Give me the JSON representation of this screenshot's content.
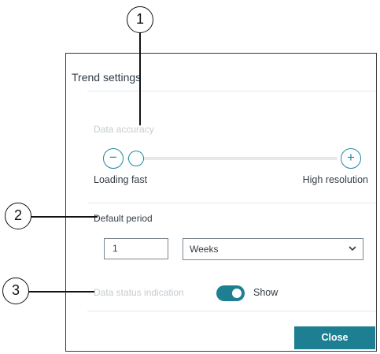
{
  "dialog": {
    "title": "Trend settings",
    "data_accuracy": {
      "label": "Data accuracy",
      "minus_icon": "minus-circle-icon",
      "plus_icon": "plus-circle-icon",
      "min_caption": "Loading fast",
      "max_caption": "High resolution",
      "value_fraction": 0.0
    },
    "default_period": {
      "label": "Default period",
      "value": "1",
      "unit_selected": "Weeks",
      "unit_icon": "chevron-down-icon"
    },
    "data_status": {
      "label": "Data status indication",
      "toggle_on": true,
      "toggle_label": "Show"
    },
    "close_label": "Close"
  },
  "callouts": [
    "1",
    "2",
    "3"
  ],
  "colors": {
    "accent": "#1e7f92",
    "muted_label": "#c6ccd1",
    "text": "#333d45"
  }
}
